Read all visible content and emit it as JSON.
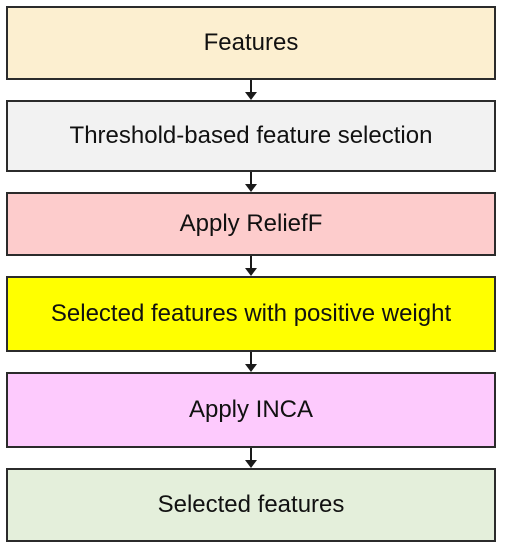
{
  "flowchart": {
    "steps": [
      {
        "label": "Features",
        "color": "#fcefd0"
      },
      {
        "label": "Threshold-based feature selection",
        "color": "#f2f2f2"
      },
      {
        "label": "Apply ReliefF",
        "color": "#fdcccc"
      },
      {
        "label": "Selected features with positive weight",
        "color": "#ffff00"
      },
      {
        "label": "Apply INCA",
        "color": "#fdcafd"
      },
      {
        "label": "Selected features",
        "color": "#e4efdb"
      }
    ]
  }
}
